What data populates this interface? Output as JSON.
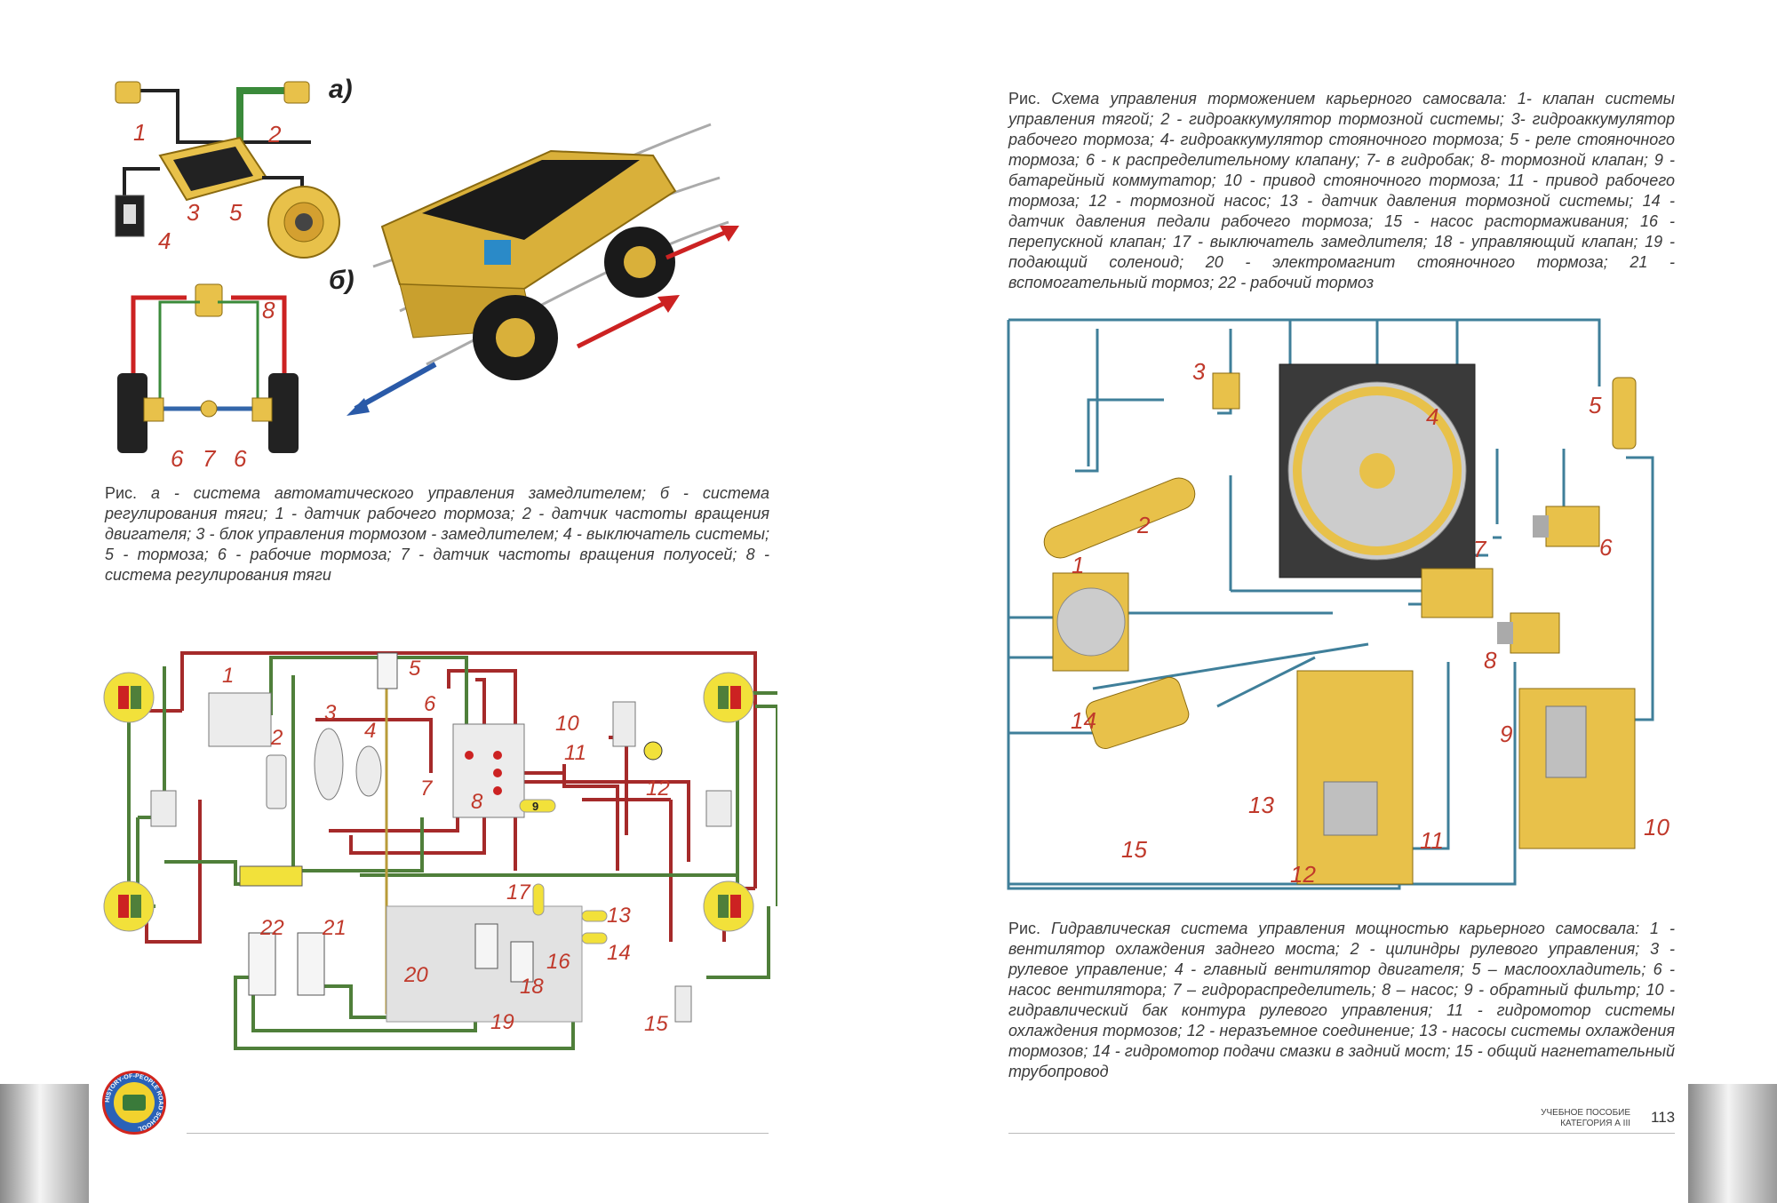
{
  "fig_a_labels": {
    "a": "а)",
    "b": "б)",
    "n1": "1",
    "n2": "2",
    "n3": "3",
    "n4": "4",
    "n5": "5",
    "n6a": "6",
    "n7": "7",
    "n6b": "6",
    "n8": "8"
  },
  "caption_left": {
    "lead": "Рис.",
    "text": " а - система автоматического управления замедлителем; б - система регулирования тяги; 1 - датчик рабочего тормоза; 2 - датчик частоты вращения двигателя; 3 - блок управления тормозом - замедлителем;  4 - выключатель системы; 5 - тормоза; 6 - рабочие тормоза; 7 - датчик частоты вращения полуосей; 8 - система регулирования тяги"
  },
  "schematic_labels": [
    "1",
    "2",
    "3",
    "4",
    "5",
    "6",
    "7",
    "8",
    "9",
    "10",
    "11",
    "12",
    "13",
    "14",
    "15",
    "16",
    "17",
    "18",
    "19",
    "20",
    "21",
    "22"
  ],
  "caption_right_top": {
    "lead": "Рис.",
    "text": " Схема управления торможением карьерного самосвала: 1- клапан системы управления тягой; 2 - гидроаккумулятор тормозной системы; 3- гидроаккумулятор рабочего тормоза; 4- гидроаккумулятор стояночного тормоза; 5 - реле стояночного тормоза; 6 - к распределительному клапану; 7- в гидробак; 8- тормозной клапан; 9 - батарейный коммутатор; 10 - привод стояночного тормоза; 11 - привод рабочего тормоза; 12 - тормозной насос; 13 - датчик давления тормозной системы; 14 - датчик давления педали рабочего тормоза; 15 - насос растормаживания; 16 - перепускной клапан; 17 - выключатель замедлителя; 18 - управляющий клапан; 19 - подающий соленоид; 20 - электромагнит стояночного тормоза; 21 - вспомогательный тормоз; 22 - рабочий тормоз"
  },
  "hydraulic_labels": [
    "1",
    "2",
    "3",
    "4",
    "5",
    "6",
    "7",
    "8",
    "9",
    "10",
    "11",
    "12",
    "13",
    "14",
    "15"
  ],
  "caption_right_bottom": {
    "lead": "Рис.",
    "text": "  Гидравлическая система управления мощностью карьерного самосвала: 1 - вентилятор охлаждения заднего моста; 2 - цилиндры рулевого управления; 3 - рулевое управление; 4 - главный вентилятор двигателя; 5 – маслоохладитель; 6 - насос вентилятора; 7 – гидрораспределитель; 8 – насос; 9 - обратный фильтр; 10 - гидравлический бак контура рулевого управления; 11 - гидромотор системы охлаждения тормозов; 12 - неразъемное соединение; 13 - насосы системы охлаждения тормозов; 14 - гидромотор подачи смазки в задний мост; 15 - общий нагнетательный трубопровод"
  },
  "footer": {
    "line1": "УЧЕБНОЕ ПОСОБИЕ",
    "line2": "КАТЕГОРИЯ А III",
    "page": "113",
    "logo_text": "HISTORY-OF-PEOPLE ROAD SCHOOL"
  },
  "colors": {
    "red_line": "#a52a2a",
    "green_line": "#4f7f3a",
    "blue_line": "#3f7f9a",
    "yellow_part": "#e8c14a",
    "label_red": "#c0392b"
  }
}
